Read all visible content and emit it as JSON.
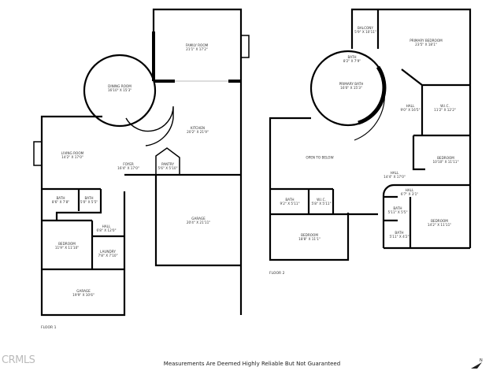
{
  "floors": [
    {
      "label": "FLOOR 1",
      "rooms": [
        {
          "name": "FAMILY ROOM",
          "size": "21'1\" X 17'2\""
        },
        {
          "name": "DINING ROOM",
          "size": "16'10\" X 15'3\""
        },
        {
          "name": "KITCHEN",
          "size": "20'2\" X 21'9\""
        },
        {
          "name": "LIVING ROOM",
          "size": "14'2\" X 17'0\""
        },
        {
          "name": "FOYER",
          "size": "16'4\" X 17'0\""
        },
        {
          "name": "PANTRY",
          "size": "5'6\" X 5'10\""
        },
        {
          "name": "GARAGE",
          "size": "20'4\" X 21'11\""
        },
        {
          "name": "BATH",
          "size": "8'6\" X 7'8\""
        },
        {
          "name": "BATH",
          "size": "5'0\" X 5'5\""
        },
        {
          "name": "HALL",
          "size": "6'8\" X 12'0\""
        },
        {
          "name": "BEDROOM",
          "size": "11'9\" X 11'10\""
        },
        {
          "name": "LAUNDRY",
          "size": "7'8\" X 7'10\""
        },
        {
          "name": "GARAGE",
          "size": "19'9\" X 10'6\""
        }
      ]
    },
    {
      "label": "FLOOR 2",
      "rooms": [
        {
          "name": "BALCONY",
          "size": "5'9\" X 10'11\""
        },
        {
          "name": "PRIMARY BEDROOM",
          "size": "23'5\" X 18'1\""
        },
        {
          "name": "BATH",
          "size": "8'2\" X 7'9\""
        },
        {
          "name": "PRIMARY BATH",
          "size": "16'0\" X 15'3\""
        },
        {
          "name": "HALL",
          "size": "9'0\" X 16'5\""
        },
        {
          "name": "W.I.C.",
          "size": "11'2\" X 12'2\""
        },
        {
          "name": "OPEN TO BELOW",
          "size": ""
        },
        {
          "name": "BEDROOM",
          "size": "10'10\" X 11'11\""
        },
        {
          "name": "HALL",
          "size": "14'4\" X 17'0\""
        },
        {
          "name": "HALL",
          "size": "6'7\" X 3'1\""
        },
        {
          "name": "BATH",
          "size": "9'2\" X 5'11\""
        },
        {
          "name": "W.I.C.",
          "size": "5'8\" X 5'11\""
        },
        {
          "name": "BEDROOM",
          "size": "18'8\" X 11'1\""
        },
        {
          "name": "BATH",
          "size": "5'11\" X 5'5\""
        },
        {
          "name": "BATH",
          "size": "5'11\" X 4'2\""
        },
        {
          "name": "BEDROOM",
          "size": "14'2\" X 11'11\""
        }
      ]
    }
  ],
  "footer": {
    "disclaimer": "Measurements Are Deemed Highly Reliable But Not Guaranteed",
    "logo": "CRMLS",
    "north_icon": "north-arrow-icon"
  },
  "colors": {
    "wall": "#000000",
    "window": "#d8d8d8",
    "text": "#333333"
  }
}
